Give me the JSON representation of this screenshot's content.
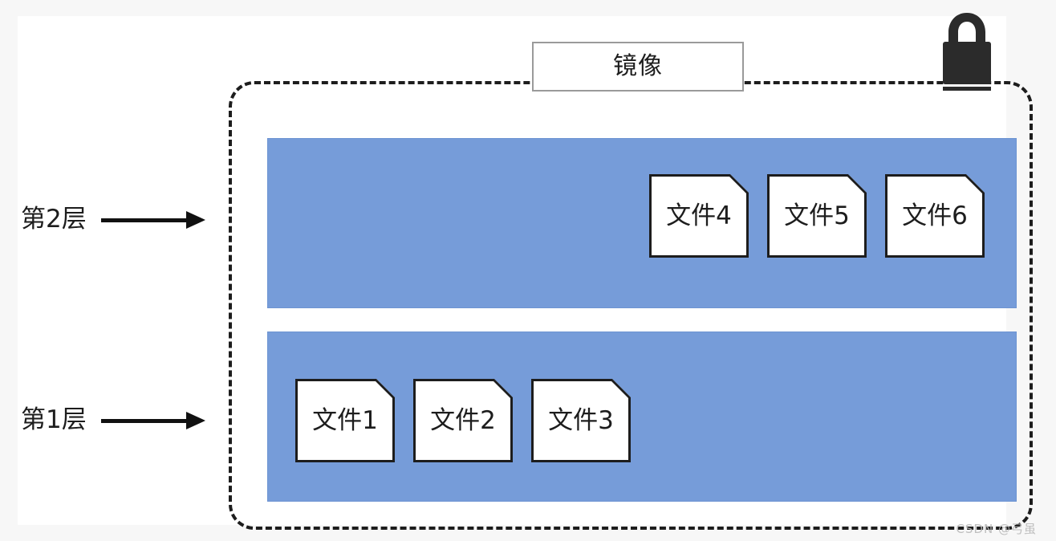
{
  "diagram": {
    "title_box": {
      "label": "镜像"
    },
    "container": {
      "border_style": "dashed",
      "border_color": "#1d1d1d"
    },
    "lock": {
      "icon": "padlock-closed-icon",
      "color": "#2b2b2b"
    },
    "layers": [
      {
        "id": "layer-2",
        "annotation": "第2层",
        "color": "#769cd9",
        "files": [
          {
            "label": "文件4"
          },
          {
            "label": "文件5"
          },
          {
            "label": "文件6"
          }
        ]
      },
      {
        "id": "layer-1",
        "annotation": "第1层",
        "color": "#769cd9",
        "files": [
          {
            "label": "文件1"
          },
          {
            "label": "文件2"
          },
          {
            "label": "文件3"
          }
        ]
      }
    ],
    "watermark": "CSDN @弓虽"
  }
}
